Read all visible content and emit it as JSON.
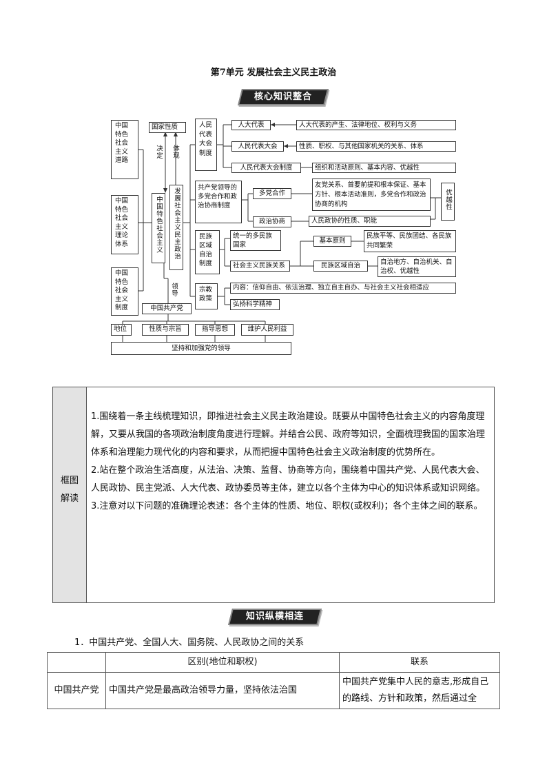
{
  "title": "第7单元  发展社会主义民主政治",
  "banner1": "核心知识整合",
  "banner2": "知识纵横相连",
  "diagram": {
    "left_col": [
      "中国特色社会主义道路",
      "中国特色社会主义理论体系",
      "中国特色社会主义制度"
    ],
    "guojia_xingzhi": "国家性质",
    "jueding": "决定",
    "tixian": "体现",
    "zhongguo_tese": "中国特色社会主义",
    "fazhan": "发展社会主义民主政治",
    "lingdao": "领导",
    "zhongguo_gcd": "中国共产党",
    "bottom_row": [
      "地位",
      "性质与宗旨",
      "指导思想",
      "维护人民利益"
    ],
    "bottom_bar": "坚持和加强党的领导",
    "npc_system": "人民代表大会制度",
    "npc_items": [
      "人大代表",
      "人民代表大会",
      "人民代表大会制度"
    ],
    "npc_desc": [
      "人大代表的产生、法律地位、权利与义务",
      "性质、职权、与其他国家机关的关系、体系",
      "组织和活动原则、基本内容、优越性"
    ],
    "cpc_multi": "共产党领导的多党合作和政治协商制度",
    "multi_items": [
      "多党合作",
      "政治协商"
    ],
    "multi_desc": "友党关系、首要前提和根本保证、基本方针、根本活动准则，多党合作和政治协商的机构",
    "consult_desc": "人民政协的性质、职能",
    "youyue": "优越性",
    "ethnic_system": "民族区域自治制度",
    "ethnic_items": [
      "统一的多民族国家",
      "社会主义民族关系"
    ],
    "jiben": "基本原则",
    "jiben_desc": "民族平等、民族团结、各民族共同繁荣",
    "minzu_zizhi": "民族区域自治",
    "zizhi_desc": "自治地方、自治机关、自治权、优越性",
    "religion": "宗教政策",
    "religion_items": [
      "内容：信仰自由、依法治理、独立自主自办、与社会主义社会相适应",
      "弘扬科学精神"
    ]
  },
  "panel": {
    "label": "框图解读",
    "items": [
      "1.围绕着一条主线梳理知识，即推进社会主义民主政治建设。既要从中国特色社会主义的内容角度理解，又要从我国的各项政治制度角度进行理解。并结合公民、政府等知识，全面梳理我国的国家治理体系和治理能力现代化的内容和要求，从而把握中国特色社会主义政治制度的优势所在。",
      "2.站在整个政治生活高度，从法治、决策、监督、协商等方向，围绕着中国共产党、人民代表大会、人民政协、民主党派、人大代表、政协委员等主体，建立以各个主体为中心的知识体系或知识网络。",
      "3.注意对以下问题的准确理论表述：各个主体的性质、地位、职权(或权利)；各个主体之间的联系。"
    ]
  },
  "section1_title": "1．中国共产党、全国人大、国务院、人民政协之间的关系",
  "table": {
    "headers": [
      "",
      "区别(地位和职权)",
      "联系"
    ],
    "rows": [
      {
        "name": "中国共产党",
        "diff": "中国共产党是最高政治领导力量，坚持依法治国",
        "link": "中国共产党集中人民的意志,形成自己的路线、方针和政策，然后通过全"
      }
    ]
  }
}
